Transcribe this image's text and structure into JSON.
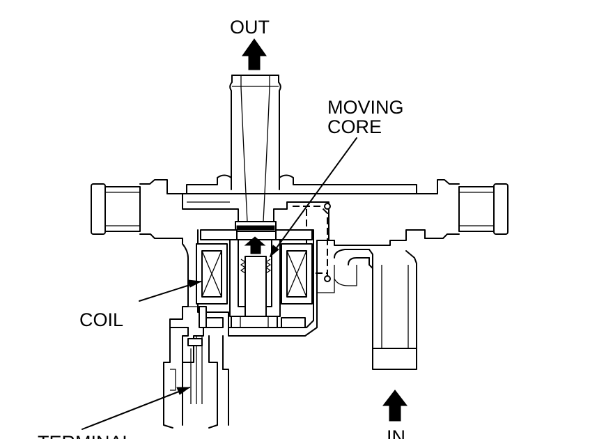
{
  "labels": {
    "out": "OUT",
    "moving_core_line1": "MOVING",
    "moving_core_line2": "CORE",
    "coil": "COIL",
    "terminal": "TERMINAL",
    "in": "IN"
  },
  "colors": {
    "line": "#000000",
    "background": "#ffffff"
  }
}
